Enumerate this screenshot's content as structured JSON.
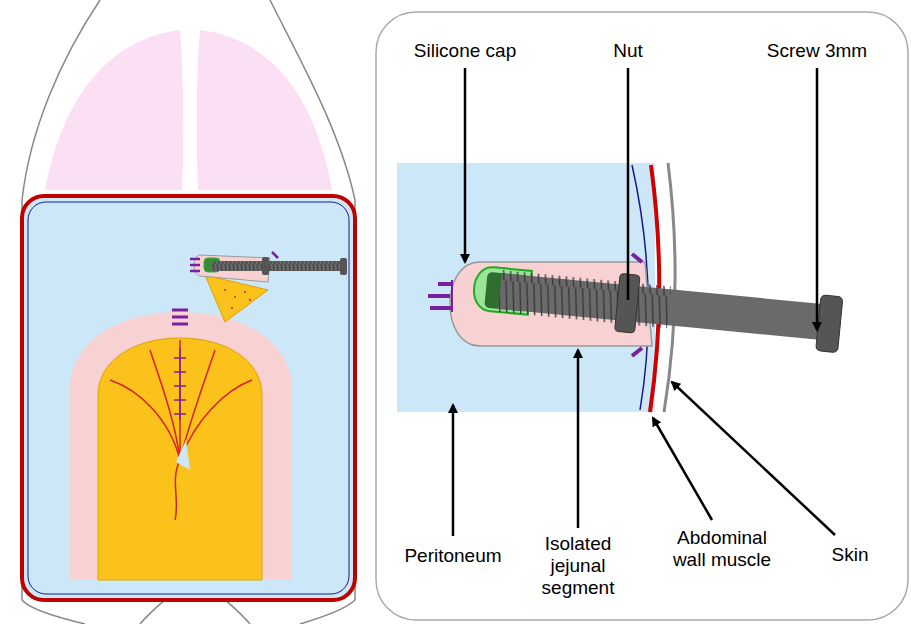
{
  "diagram": {
    "labels": [
      "Silicone cap",
      "Nut",
      "Screw 3mm",
      "Peritoneum",
      "Isolated jejunal segment",
      "Abdominal wall muscle",
      "Skin"
    ]
  }
}
